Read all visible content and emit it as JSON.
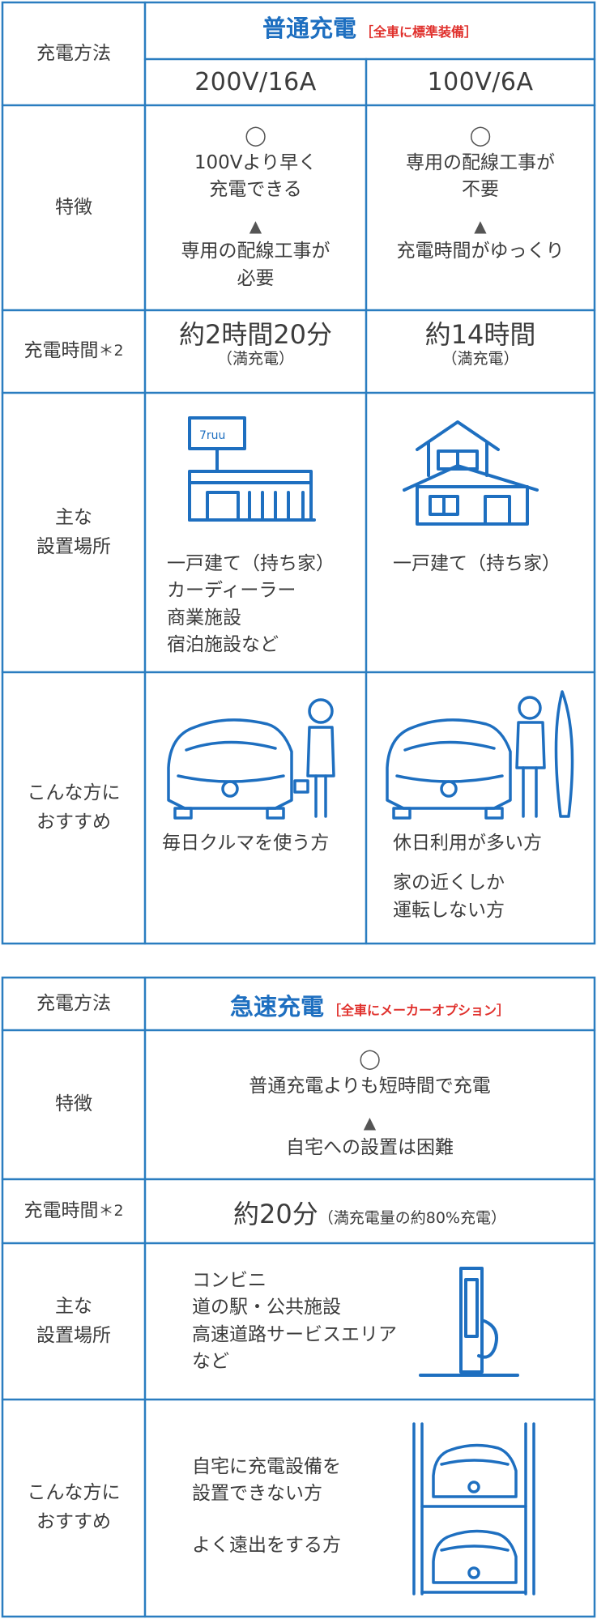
{
  "colors": {
    "border": "#2a7dc0",
    "title_blue": "#1e6fc0",
    "title_red": "#e0302c",
    "text": "#3c3c3c"
  },
  "normal": {
    "method_label": "充電方法",
    "title": "普通充電",
    "badge": "［全車に標準装備］",
    "col1": "200V/16A",
    "col2": "100V/6A",
    "features_label": "特徴",
    "col1_features": {
      "good_mark": "◯",
      "good": [
        "100Vより早く",
        "充電できる"
      ],
      "bad_mark": "▲",
      "bad": [
        "専用の配線工事が",
        "必要"
      ]
    },
    "col2_features": {
      "good_mark": "◯",
      "good": [
        "専用の配線工事が",
        "不要"
      ],
      "bad_mark": "▲",
      "bad": [
        "充電時間がゆっくり"
      ]
    },
    "time_label": "充電時間",
    "time_note": "＊2",
    "col1_time": "約2時間20分",
    "col1_time_sub": "（満充電）",
    "col2_time": "約14時間",
    "col2_time_sub": "（満充電）",
    "places_label": [
      "主な",
      "設置場所"
    ],
    "col1_places": [
      "一戸建て（持ち家）",
      "カーディーラー",
      "商業施設",
      "宿泊施設など"
    ],
    "col2_places": [
      "一戸建て（持ち家）"
    ],
    "recommend_label": [
      "こんな方に",
      "おすすめ"
    ],
    "col1_recommend": [
      "毎日クルマを使う方"
    ],
    "col2_recommend_1": [
      "休日利用が多い方"
    ],
    "col2_recommend_2": [
      "家の近くしか",
      "運転しない方"
    ]
  },
  "quick": {
    "method_label": "充電方法",
    "title": "急速充電",
    "badge": "［全車にメーカーオプション］",
    "features_label": "特徴",
    "good_mark": "◯",
    "good": "普通充電よりも短時間で充電",
    "bad_mark": "▲",
    "bad": "自宅への設置は困難",
    "time_label": "充電時間",
    "time_note": "＊2",
    "time": "約20分",
    "time_sub": "（満充電量の約80%充電）",
    "places_label": [
      "主な",
      "設置場所"
    ],
    "places": [
      "コンビニ",
      "道の駅・公共施設",
      "高速道路サービスエリア",
      "など"
    ],
    "recommend_label": [
      "こんな方に",
      "おすすめ"
    ],
    "recommend_1": [
      "自宅に充電設備を",
      "設置できない方"
    ],
    "recommend_2": "よく遠出をする方"
  }
}
